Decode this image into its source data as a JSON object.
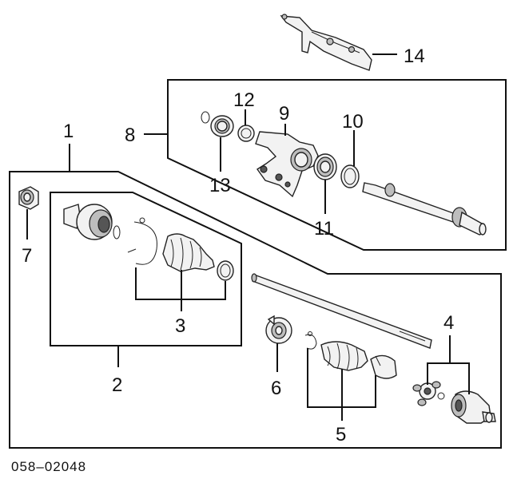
{
  "callouts": {
    "c1": "1",
    "c2": "2",
    "c3": "3",
    "c4": "4",
    "c5": "5",
    "c6": "6",
    "c7": "7",
    "c8": "8",
    "c9": "9",
    "c10": "10",
    "c11": "11",
    "c12": "12",
    "c13": "13",
    "c14": "14"
  },
  "diagram_code": "058–02048"
}
